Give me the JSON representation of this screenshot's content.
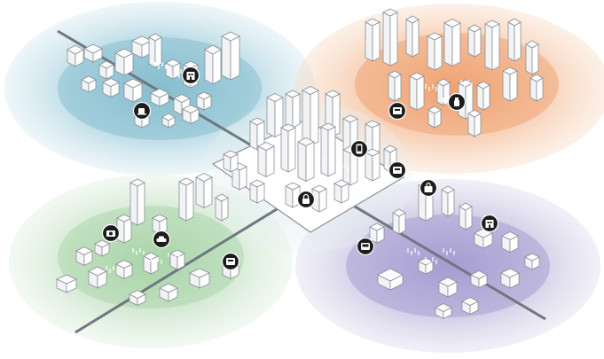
{
  "colors": {
    "background": "#ffffff",
    "zone_teal": "#8cc3d4",
    "zone_orange": "#f3b48a",
    "zone_green": "#b5d9b4",
    "zone_purple": "#b8b0d8",
    "zone_center": "#cfe1e6",
    "road": "#6f7780",
    "building_fill": "#ffffff",
    "building_stroke": "#8a8f96",
    "marker": "#1c1c1c",
    "rain": "#ffffff"
  },
  "zones": [
    {
      "name": "teal-district",
      "color_key": "zone_teal"
    },
    {
      "name": "orange-district",
      "color_key": "zone_orange"
    },
    {
      "name": "green-district",
      "color_key": "zone_green"
    },
    {
      "name": "purple-district",
      "color_key": "zone_purple"
    },
    {
      "name": "central-district",
      "color_key": "zone_center"
    }
  ],
  "markers": [
    {
      "name": "building-sensor-icon",
      "zone": "teal-district"
    },
    {
      "name": "coffee-cup-icon",
      "zone": "teal-district"
    },
    {
      "name": "atm-machine-icon",
      "zone": "orange-district"
    },
    {
      "name": "bottle-icon",
      "zone": "orange-district"
    },
    {
      "name": "phone-icon",
      "zone": "central-district"
    },
    {
      "name": "atm-machine-icon",
      "zone": "central-district"
    },
    {
      "name": "lock-icon",
      "zone": "central-district"
    },
    {
      "name": "shopping-bag-icon",
      "zone": "central-district"
    },
    {
      "name": "camera-icon",
      "zone": "green-district"
    },
    {
      "name": "car-icon",
      "zone": "green-district"
    },
    {
      "name": "atm-machine-icon",
      "zone": "green-district"
    },
    {
      "name": "bus-icon",
      "zone": "purple-district"
    },
    {
      "name": "building-sensor-icon",
      "zone": "purple-district"
    }
  ]
}
